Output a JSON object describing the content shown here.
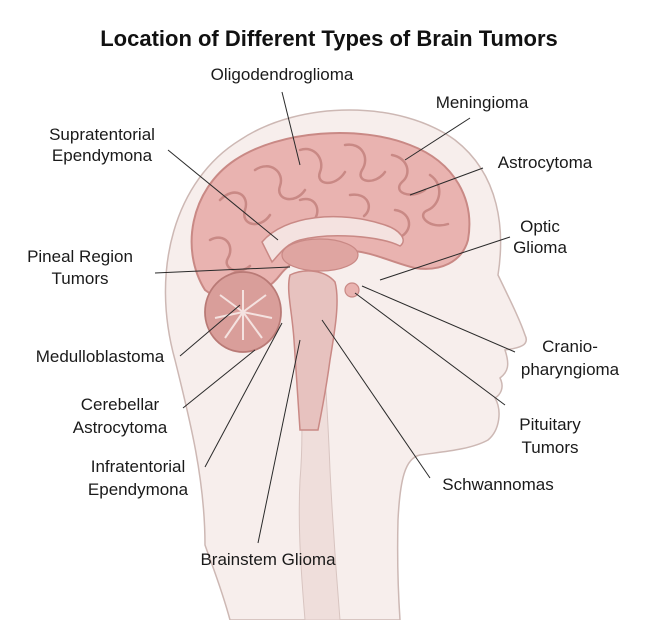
{
  "title": "Location of Different Types of Brain Tumors",
  "labels": {
    "oligodendroglioma": "Oligodendroglioma",
    "meningioma": "Meningioma",
    "supratentorial_1": "Supratentorial",
    "supratentorial_2": "Ependymona",
    "astrocytoma": "Astrocytoma",
    "optic_1": "Optic",
    "optic_2": "Glioma",
    "pineal_1": "Pineal Region",
    "pineal_2": "Tumors",
    "medulloblastoma": "Medulloblastoma",
    "cranio_1": "Cranio-",
    "cranio_2": "pharyngioma",
    "cerebellar_1": "Cerebellar",
    "cerebellar_2": "Astrocytoma",
    "pituitary_1": "Pituitary",
    "pituitary_2": "Tumors",
    "infratentorial_1": "Infratentorial",
    "infratentorial_2": "Ependymona",
    "schwannomas": "Schwannomas",
    "brainstem": "Brainstem Glioma"
  },
  "colors": {
    "skin": "#f7eeec",
    "skin_outline": "#cdb8b4",
    "brain": "#e9b3b0",
    "brain_dark": "#c98985",
    "cerebellum": "#d99e9a",
    "ventricle": "#f4e2e0"
  }
}
